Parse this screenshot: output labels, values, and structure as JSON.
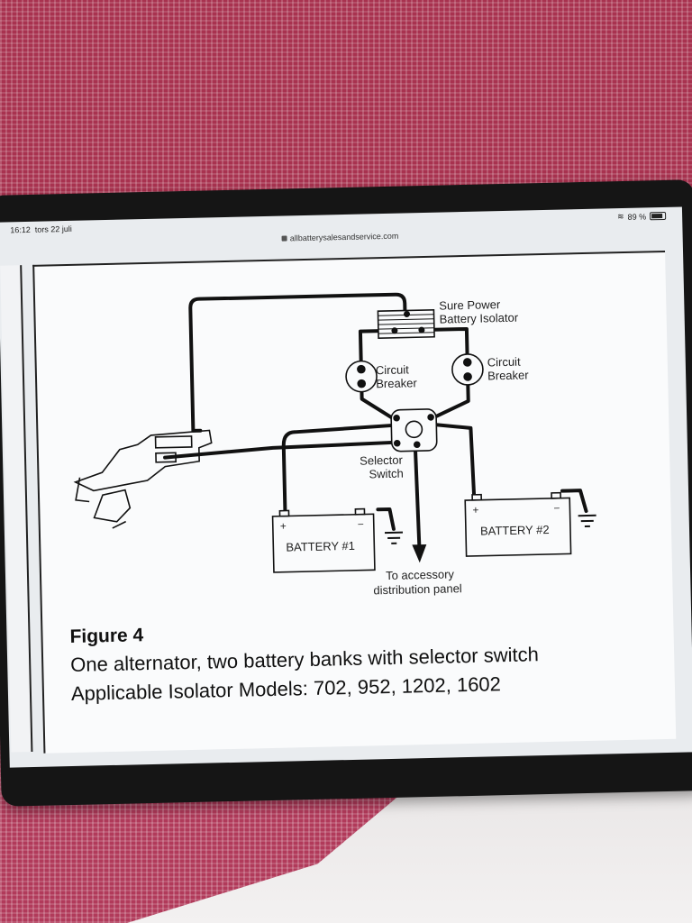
{
  "status_bar": {
    "time": "16:12",
    "date": "tors 22 juli",
    "battery": "89 %"
  },
  "browser": {
    "url": "allbatterysalesandservice.com"
  },
  "diagram": {
    "isolator_label_1": "Sure Power",
    "isolator_label_2": "Battery Isolator",
    "breaker_left_1": "Circuit",
    "breaker_left_2": "Breaker",
    "breaker_right_1": "Circuit",
    "breaker_right_2": "Breaker",
    "selector_1": "Selector",
    "selector_2": "Switch",
    "battery1": "BATTERY #1",
    "battery2": "BATTERY #2",
    "plus": "+",
    "minus": "−",
    "accessory_1": "To accessory",
    "accessory_2": "distribution panel"
  },
  "caption": {
    "title": "Figure 4",
    "line1": "One alternator, two battery banks with selector switch",
    "line2": "Applicable Isolator Models: 702, 952, 1202, 1602"
  }
}
